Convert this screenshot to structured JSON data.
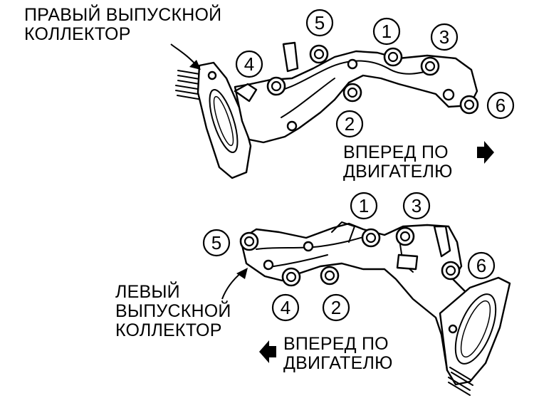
{
  "right_manifold": {
    "label_lines": [
      "ПРАВЫЙ ВЫПУСКНОЙ",
      "КОЛЛЕКТОР"
    ],
    "front_lines": [
      "ВПЕРЕД ПО",
      "ДВИГАТЕЛЮ"
    ],
    "front_arrow": "right-arrow-icon",
    "bolt_order": [
      "5",
      "1",
      "3",
      "4",
      "6",
      "2"
    ]
  },
  "left_manifold": {
    "label_lines": [
      "ЛЕВЫЙ",
      "ВЫПУСКНОЙ",
      "КОЛЛЕКТОР"
    ],
    "front_lines": [
      "ВПЕРЕД ПО",
      "ДВИГАТЕЛЮ"
    ],
    "front_arrow": "left-arrow-icon",
    "bolt_order": [
      "1",
      "3",
      "5",
      "6",
      "4",
      "2"
    ]
  }
}
